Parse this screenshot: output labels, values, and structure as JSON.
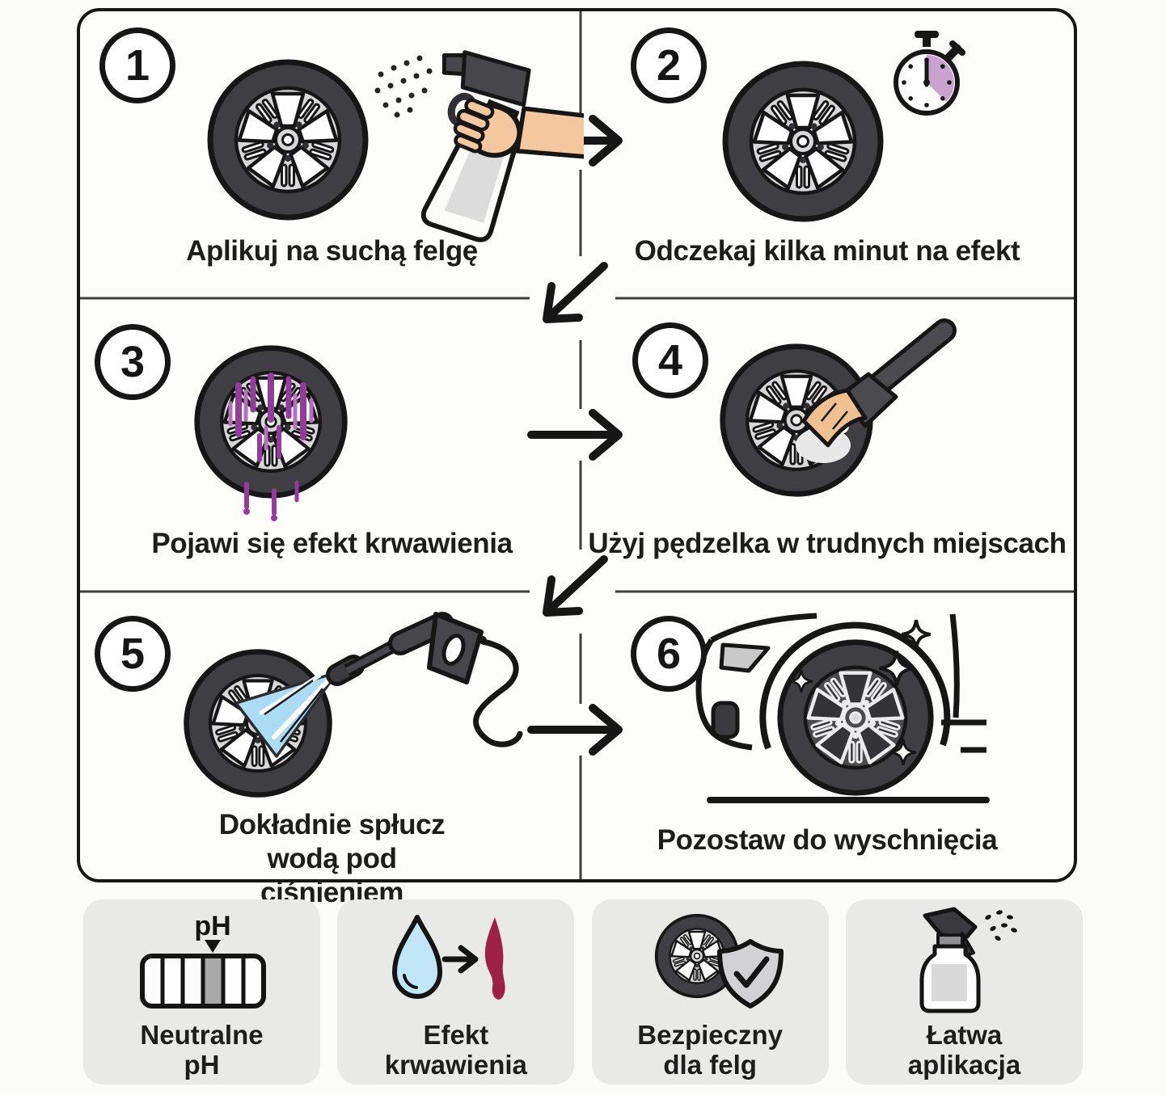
{
  "steps": [
    {
      "number": "1",
      "caption": "Aplikuj na suchą felgę",
      "icon": "wheel-spray-bottle-illustration"
    },
    {
      "number": "2",
      "caption": "Odczekaj kilka minut na efekt",
      "icon": "wheel-stopwatch-illustration"
    },
    {
      "number": "3",
      "caption": "Pojawi się efekt krwawienia",
      "icon": "wheel-bleeding-effect-illustration"
    },
    {
      "number": "4",
      "caption": "Użyj pędzelka w trudnych miejscach",
      "icon": "wheel-brush-illustration"
    },
    {
      "number": "5",
      "caption": "Dokładnie spłucz wodą pod ciśnieniem",
      "icon": "wheel-pressure-washer-illustration"
    },
    {
      "number": "6",
      "caption": "Pozostaw do wyschnięcia",
      "icon": "clean-car-wheel-illustration"
    }
  ],
  "flow_arrows": [
    "step1-to-step2-right",
    "step2-to-step3-diagonal",
    "step3-to-step4-right",
    "step4-to-step5-diagonal",
    "step5-to-step6-right"
  ],
  "badges": [
    {
      "line1": "Neutralne",
      "line2": "pH",
      "icon": "ph-scale-icon",
      "icon_text": "pH"
    },
    {
      "line1": "Efekt",
      "line2": "krwawienia",
      "icon": "water-to-blood-drop-icon"
    },
    {
      "line1": "Bezpieczny",
      "line2": "dla felg",
      "icon": "wheel-shield-check-icon"
    },
    {
      "line1": "Łatwa",
      "line2": "aplikacja",
      "icon": "spray-bottle-icon"
    }
  ],
  "colors": {
    "page_bg": "#fbfbf9",
    "panel_bg": "#fdfdfc",
    "outline": "#161616",
    "divider": "#3d3d3d",
    "badge_bg": "#e9e9e8",
    "tire": "#3e3e43",
    "rim": "#d7d7d9",
    "timer_purple": "#c9a2cd",
    "bleed_purple": "#943c9c",
    "water_blue": "#abdcf3",
    "skin": "#f4c79e",
    "blood_red": "#9e2048",
    "text": "#1d1d1d"
  }
}
